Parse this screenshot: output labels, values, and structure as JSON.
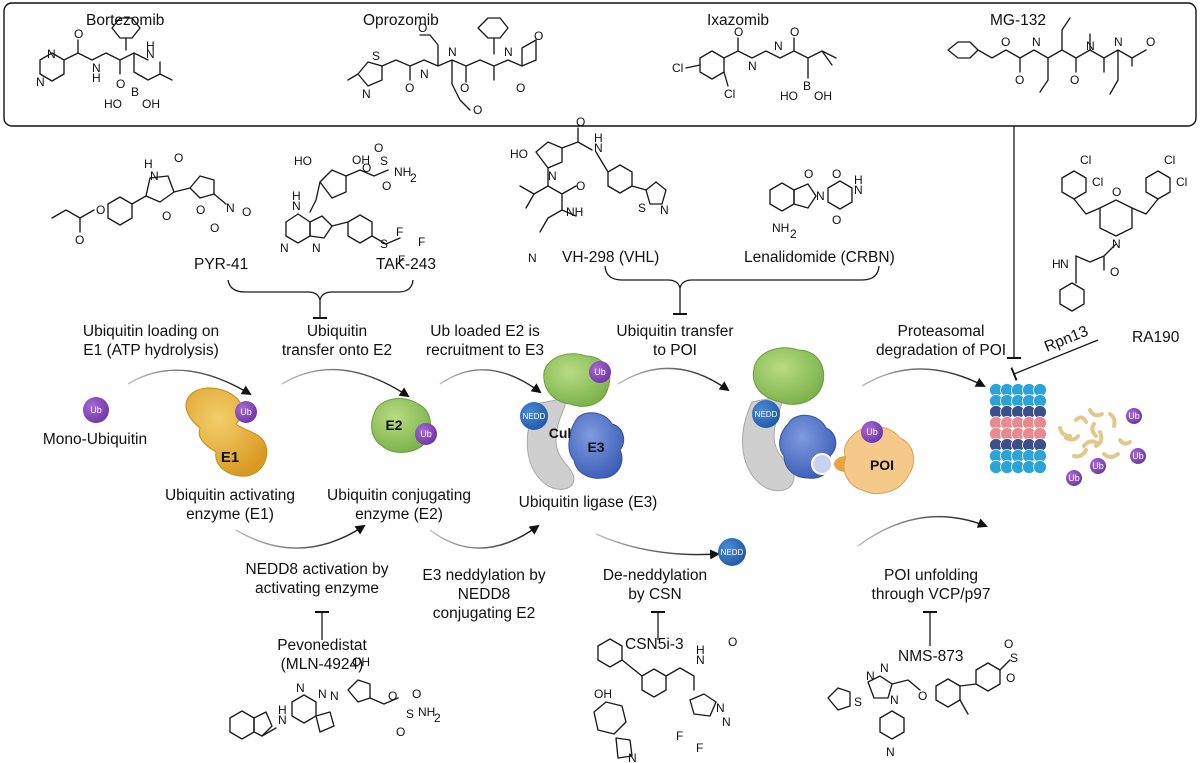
{
  "top_inhibitors": [
    "Bortezomib",
    "Oprozomib",
    "Ixazomib",
    "MG-132"
  ],
  "inhibitors": {
    "pyr41": "PYR-41",
    "tak243": "TAK-243",
    "vh298": "VH-298 (VHL)",
    "lenalidomide": "Lenalidomide (CRBN)",
    "ra190": "RA190",
    "rpn13": "Rpn13",
    "pevonedistat": "Pevonedistat\n(MLN-4924)",
    "csn5i3": "CSN5i-3",
    "nms873": "NMS-873"
  },
  "steps": {
    "ub_loading": "Ubiquitin loading on\nE1 (ATP hydrolysis)",
    "ub_transfer_e2": "Ubiquitin\ntransfer onto E2",
    "e2_recruit": "Ub loaded E2 is\nrecruitment to E3",
    "ub_transfer_poi": "Ubiquitin transfer\nto POI",
    "proteasomal": "Proteasomal\ndegradation of POI",
    "nedd8_activation": "NEDD8 activation by\nactivating enzyme",
    "e3_neddylation": "E3 neddylation by\nNEDD8\nconjugating E2",
    "deneddylation": "De-neddylation\nby CSN",
    "poi_unfolding": "POI unfolding\nthrough VCP/p97"
  },
  "components": {
    "mono_ub": "Mono-Ubiquitin",
    "e1_name": "Ubiquitin activating\nenzyme (E1)",
    "e2_name": "Ubiquitin conjugating\nenzyme (E2)",
    "e3_name": "Ubiquitin ligase (E3)"
  },
  "glyph_labels": {
    "ub": "Ub",
    "nedd": "NEDD",
    "e1": "E1",
    "e2": "E2",
    "e3": "E3",
    "cul": "Cul",
    "poi": "POI"
  },
  "colors": {
    "ubiquitin": "#8a4fc0",
    "nedd": "#2f6fc0",
    "e1": "#e8b13c",
    "e2": "#8fc65a",
    "e3": "#4a6fc4",
    "cullin": "#c9c9c9",
    "poi": "#f2c27a",
    "proteasome_blue": "#2aa3d8",
    "proteasome_pink": "#e88a8f",
    "proteasome_navy": "#3b4f8a"
  }
}
